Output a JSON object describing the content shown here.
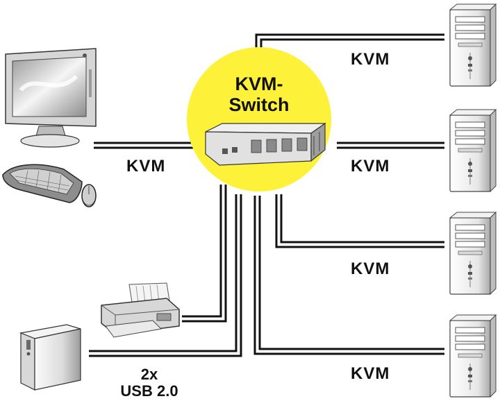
{
  "switch": {
    "title_line1": "KVM-",
    "title_line2": "Switch"
  },
  "connections": {
    "console": "KVM",
    "pc1": "KVM",
    "pc2": "KVM",
    "pc3": "KVM",
    "pc4": "KVM",
    "usb_count": "2x",
    "usb_type": "USB 2.0"
  },
  "colors": {
    "highlight": "#fdf13a",
    "line": "#111111",
    "device_fill": "#e8e8e8",
    "device_dark": "#6a6a6a"
  },
  "icons": [
    "monitor-icon",
    "keyboard-icon",
    "mouse-icon",
    "printer-icon",
    "external-drive-icon",
    "kvm-switch-box-icon",
    "pc-tower-icon"
  ]
}
